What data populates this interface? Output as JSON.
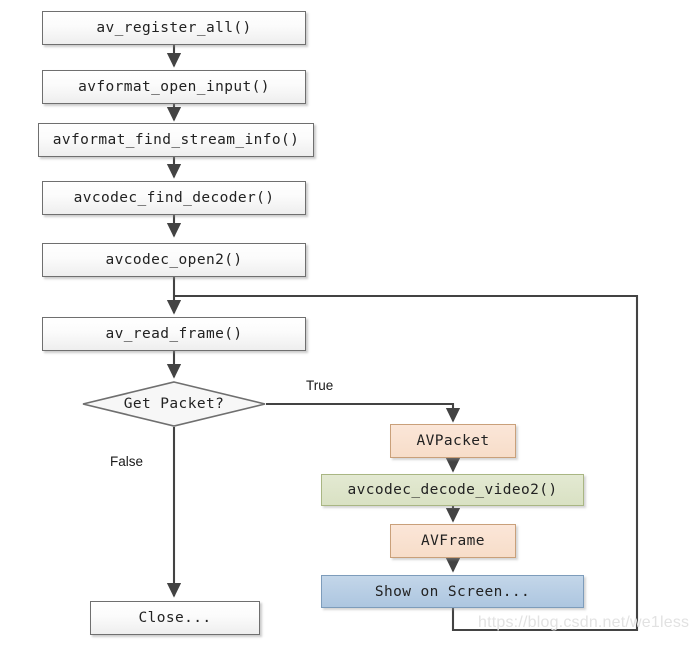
{
  "diagram": {
    "title": "FFmpeg decoding flowchart",
    "colors": {
      "process_fill": "#f4f4f4",
      "process_border": "#6f6f6f",
      "orange_fill": "#f8e0d0",
      "orange_border": "#c9a07a",
      "green_fill": "#dde5c8",
      "green_border": "#a9b683",
      "blue_fill": "#b6cde4",
      "blue_border": "#7d9cbb",
      "edge_stroke": "#434343",
      "watermark": "#e2e2e2"
    },
    "nodes": [
      {
        "id": "av_register_all",
        "label": "av_register_all()",
        "shape": "process",
        "style": "grey"
      },
      {
        "id": "avformat_open_input",
        "label": "avformat_open_input()",
        "shape": "process",
        "style": "grey"
      },
      {
        "id": "avformat_find_stream_info",
        "label": "avformat_find_stream_info()",
        "shape": "process",
        "style": "grey"
      },
      {
        "id": "avcodec_find_decoder",
        "label": "avcodec_find_decoder()",
        "shape": "process",
        "style": "grey"
      },
      {
        "id": "avcodec_open2",
        "label": "avcodec_open2()",
        "shape": "process",
        "style": "grey"
      },
      {
        "id": "av_read_frame",
        "label": "av_read_frame()",
        "shape": "process",
        "style": "grey"
      },
      {
        "id": "get_packet",
        "label": "Get Packet?",
        "shape": "decision",
        "style": "grey"
      },
      {
        "id": "close",
        "label": "Close...",
        "shape": "process",
        "style": "grey"
      },
      {
        "id": "avpacket",
        "label": "AVPacket",
        "shape": "process",
        "style": "orange"
      },
      {
        "id": "avcodec_decode_video2",
        "label": "avcodec_decode_video2()",
        "shape": "process",
        "style": "green"
      },
      {
        "id": "avframe",
        "label": "AVFrame",
        "shape": "process",
        "style": "orange"
      },
      {
        "id": "show_on_screen",
        "label": "Show on Screen...",
        "shape": "process",
        "style": "blue"
      }
    ],
    "edge_labels": {
      "true": "True",
      "false": "False"
    },
    "watermark": "https://blog.csdn.net/we1less"
  }
}
